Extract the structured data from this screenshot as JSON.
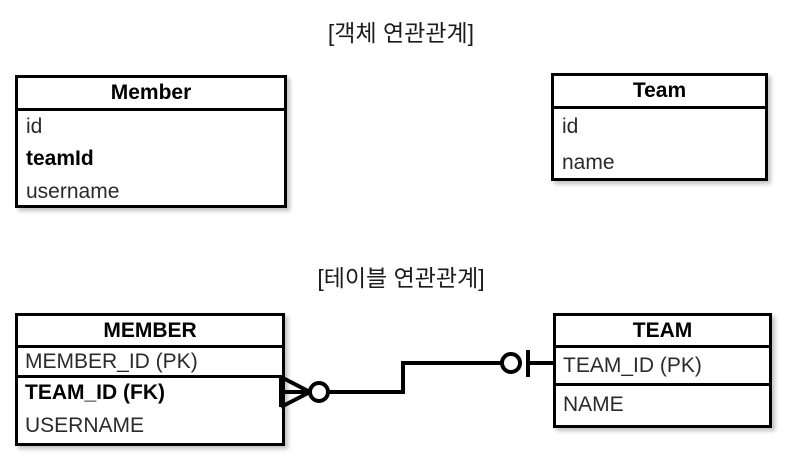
{
  "diagram": {
    "background_color": "#ffffff",
    "line_color": "#000000",
    "text_color": "#2a2a2a",
    "sections": [
      {
        "id": "object",
        "title": "[객체 연관관계]"
      },
      {
        "id": "table",
        "title": "[테이블 연관관계]"
      }
    ]
  },
  "object_model": {
    "member": {
      "name": "Member",
      "fields": [
        {
          "label": "id",
          "bold": false
        },
        {
          "label": "teamId",
          "bold": true
        },
        {
          "label": "username",
          "bold": false
        }
      ]
    },
    "team": {
      "name": "Team",
      "fields": [
        {
          "label": "id",
          "bold": false
        },
        {
          "label": "name",
          "bold": false
        }
      ]
    }
  },
  "table_model": {
    "member": {
      "name": "MEMBER",
      "fields": [
        {
          "label": "MEMBER_ID (PK)",
          "bold": false,
          "key": "PK"
        },
        {
          "label": "TEAM_ID (FK)",
          "bold": true,
          "key": "FK"
        },
        {
          "label": "USERNAME",
          "bold": false,
          "key": ""
        }
      ]
    },
    "team": {
      "name": "TEAM",
      "fields": [
        {
          "label": "TEAM_ID (PK)",
          "bold": false,
          "key": "PK"
        },
        {
          "label": "NAME",
          "bold": false,
          "key": ""
        }
      ]
    },
    "relationship": {
      "from": "MEMBER",
      "to": "TEAM",
      "from_cardinality": "zero-or-many",
      "to_cardinality": "zero-or-one",
      "notation": "crows-foot"
    }
  }
}
